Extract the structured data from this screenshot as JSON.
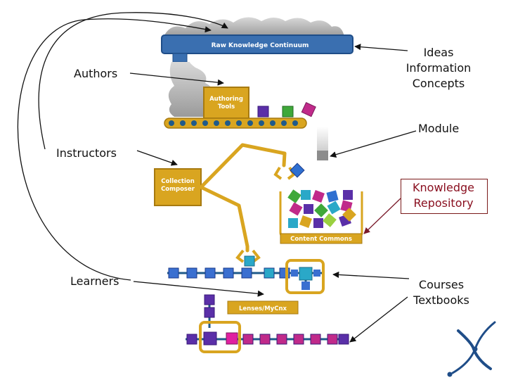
{
  "continuum": {
    "label": "Raw Knowledge Continuum"
  },
  "tools": {
    "authoring": "Authoring Tools",
    "composer": "Collection Composer",
    "commons": "Content Commons",
    "lenses": "Lenses/MyCnx"
  },
  "labels": {
    "authors": "Authors",
    "instructors": "Instructors",
    "learners": "Learners",
    "ideas": [
      "Ideas",
      "Information",
      "Concepts"
    ],
    "module": "Module",
    "repository": [
      "Knowledge",
      "Repository"
    ],
    "courses": [
      "Courses",
      "Textbooks"
    ]
  },
  "colors": {
    "belt_blue": "#3a6fb0",
    "machine_gold": "#d9a520",
    "machine_text": "#ffffff",
    "arrow": "#111111",
    "repository_red": "#8a1020",
    "smoke": "#b9b9b9"
  }
}
